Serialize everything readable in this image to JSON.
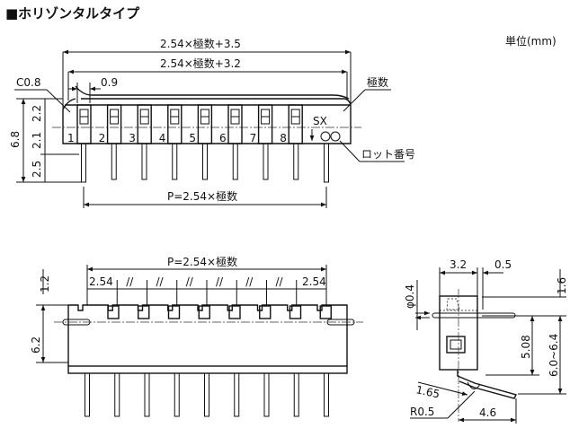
{
  "title": "■ホリゾンタルタイプ",
  "unit": "単位(mm)",
  "top_view": {
    "dim_overall_outer": "2.54×極数+3.5",
    "dim_overall_inner": "2.54×極数+3.2",
    "chamfer": "C0.8",
    "offset": "0.9",
    "poles_label": "極数",
    "lot_label": "ロット番号",
    "brand": "SX",
    "height_total": "6.8",
    "h1": "2.2",
    "h2": "2.1",
    "h3": "2.5",
    "pitch": "P=2.54×極数",
    "positions": [
      "1",
      "2",
      "3",
      "4",
      "5",
      "6",
      "7",
      "8"
    ]
  },
  "front_view": {
    "pitch": "P=2.54×極数",
    "pitch_left": "2.54",
    "pitch_right": "2.54",
    "break_mark": "//",
    "h_top": "1.2",
    "h_body": "6.2"
  },
  "side_view": {
    "width": "3.2",
    "gap": "0.5",
    "pin_dia": "φ0.4",
    "top": "1.6",
    "pin_height": "5.08",
    "range": "6.0~6.4",
    "bend": "1.65",
    "radius": "R0.5",
    "foot": "4.6"
  }
}
